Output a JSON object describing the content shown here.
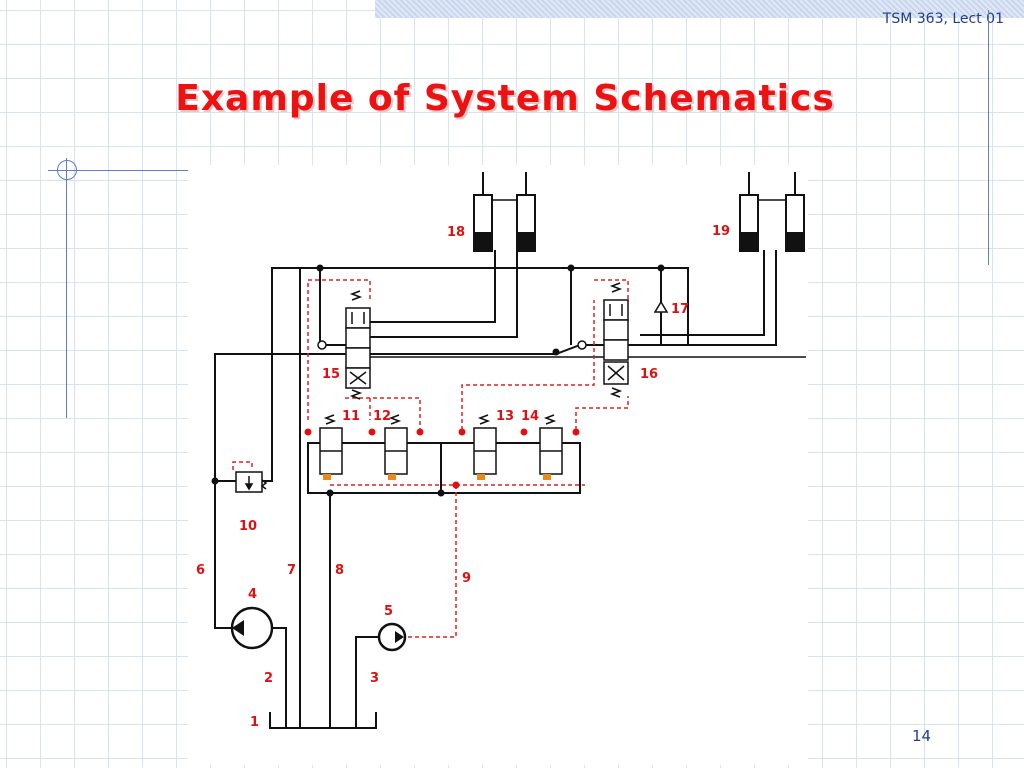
{
  "header": {
    "course": "TSM 363, Lect 01",
    "title": "Example of System Schematics"
  },
  "footer": {
    "page_number": "14"
  },
  "colors": {
    "title": "#ee1111",
    "hydraulic_line": "#111111",
    "pilot_line": "#dd2222",
    "accent": "#1f3f8f"
  },
  "diagram": {
    "component_labels": [
      "1",
      "2",
      "3",
      "4",
      "5",
      "6",
      "7",
      "8",
      "9",
      "10",
      "11",
      "12",
      "13",
      "14",
      "15",
      "16",
      "17",
      "18",
      "19"
    ]
  }
}
